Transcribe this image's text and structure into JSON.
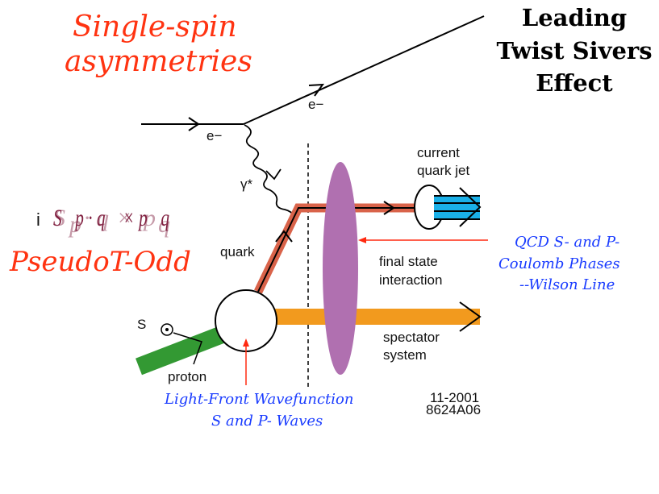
{
  "headline": [
    "Single-spin",
    "asymmetries"
  ],
  "title": [
    "Leading",
    "Twist Sivers",
    "Effect"
  ],
  "formula": {
    "prefix": "i",
    "expression": "S⃗p · q⃗ × p⃗q",
    "S": "S",
    "p_sub": "p",
    "dot": "·",
    "q": "q",
    "cross": "×",
    "p": "p",
    "q_sub": "q"
  },
  "pseudo_t_odd": "PseudoT-Odd",
  "diagram": {
    "electron_in": "e−",
    "electron_out": "e−",
    "photon": "γ*",
    "quark": "quark",
    "current_jet": [
      "current",
      "quark jet"
    ],
    "fsi": [
      "final state",
      "interaction"
    ],
    "spectator": [
      "spectator",
      "system"
    ],
    "spin": "S",
    "proton": "proton",
    "figure_id": [
      "11-2001",
      "8624A06"
    ]
  },
  "annotations": {
    "qcd": [
      "QCD S- and P-",
      "Coulomb Phases",
      "--Wilson Line"
    ],
    "lfwf": [
      "Light-Front Wavefunction",
      "S and P- Waves"
    ]
  },
  "colors": {
    "red": "#ff3311",
    "blue": "#1a3cff",
    "purple": "#b070b0",
    "orange": "#f29a1e",
    "green": "#339933",
    "quark": "#d9634a",
    "jet": "#1ab0e8"
  }
}
